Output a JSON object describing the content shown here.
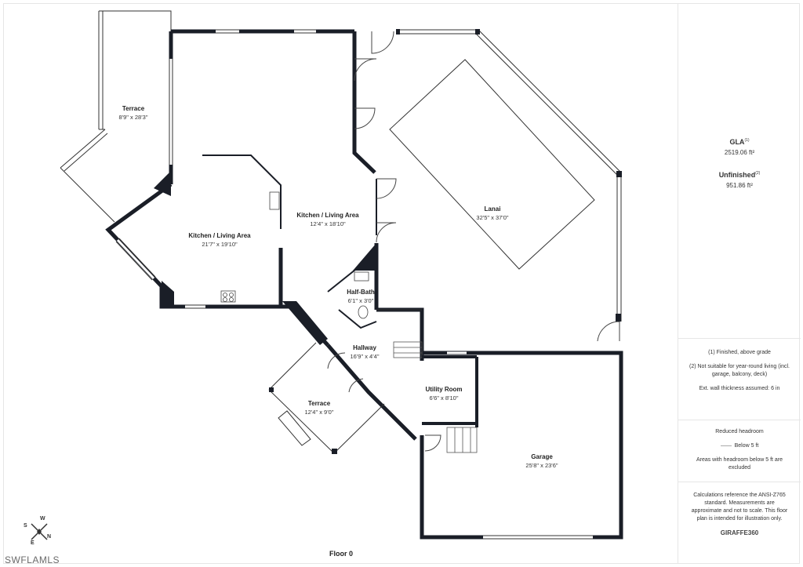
{
  "rooms": [
    {
      "name": "Terrace",
      "dims": "8'9\" x 28'3\""
    },
    {
      "name": "Kitchen / Living Area",
      "dims": "21'7\" x 19'10\""
    },
    {
      "name": "Kitchen / Living Area",
      "dims": "12'4\" x 18'10\""
    },
    {
      "name": "Lanai",
      "dims": "32'5\" x 37'0\""
    },
    {
      "name": "Half-Bath",
      "dims": "6'1\" x 3'0\""
    },
    {
      "name": "Hallway",
      "dims": "16'9\" x 4'4\""
    },
    {
      "name": "Utility Room",
      "dims": "6'6\" x 8'10\""
    },
    {
      "name": "Terrace",
      "dims": "12'4\" x 9'0\""
    },
    {
      "name": "Garage",
      "dims": "25'8\" x 23'6\""
    }
  ],
  "sidebar": {
    "gla_title": "GLA",
    "gla_sup": "(1)",
    "gla_value": "2519.06 ft²",
    "unfinished_title": "Unfinished",
    "unfinished_sup": "(2)",
    "unfinished_value": "951.86 ft²",
    "note1": "(1) Finished, above grade",
    "note2": "(2) Not suitable for year-round living (incl. garage, balcony, deck)",
    "note3": "Ext. wall thickness assumed: 6 in",
    "headroom_title": "Reduced headroom",
    "headroom_legend": "Below 5 ft",
    "headroom_note": "Areas with headroom below 5 ft are excluded",
    "calc_note": "Calculations reference the ANSI-Z765 standard. Measurements are approximate and not to scale. This floor plan is intended for illustration only.",
    "brand": "GIRAFFE360"
  },
  "floor_label": "Floor 0",
  "watermark": "SWFLAMLS",
  "compass": {
    "s": "S",
    "w": "W",
    "e": "E",
    "n": "N"
  }
}
